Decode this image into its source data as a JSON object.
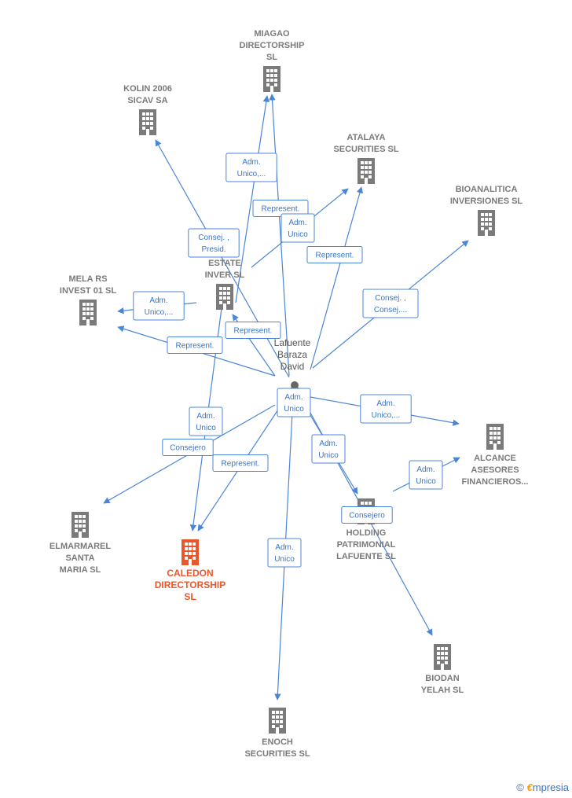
{
  "colors": {
    "edge": "#4a86d8",
    "company": "#7a7a7a",
    "main_company": "#e8582c",
    "person": "#666666"
  },
  "person": {
    "name_lines": [
      "Lafuente",
      "Baraza",
      "David"
    ],
    "icon": "person-icon"
  },
  "companies": [
    {
      "id": "miagao",
      "lines": [
        "MIAGAO",
        "DIRECTORSHIP",
        "SL"
      ],
      "icon": "building-icon"
    },
    {
      "id": "kolin",
      "lines": [
        "KOLIN 2006",
        "SICAV SA"
      ],
      "icon": "building-icon"
    },
    {
      "id": "atalaya",
      "lines": [
        "ATALAYA",
        "SECURITIES SL"
      ],
      "icon": "building-icon"
    },
    {
      "id": "bioanalitica",
      "lines": [
        "BIOANALITICA",
        "INVERSIONES SL"
      ],
      "icon": "building-icon"
    },
    {
      "id": "realestate",
      "lines": [
        "AL",
        "ESTATE",
        "INVER SL"
      ],
      "icon": "building-icon"
    },
    {
      "id": "mela",
      "lines": [
        "MELA RS",
        "INVEST 01 SL"
      ],
      "icon": "building-icon"
    },
    {
      "id": "alcance",
      "lines": [
        "ALCANCE",
        "ASESORES",
        "FINANCIEROS..."
      ],
      "icon": "building-icon"
    },
    {
      "id": "elmarmarel",
      "lines": [
        "ELMARMAREL",
        "SANTA",
        "MARIA SL"
      ],
      "icon": "building-icon"
    },
    {
      "id": "caledon",
      "lines": [
        "CALEDON",
        "DIRECTORSHIP",
        "SL"
      ],
      "icon": "building-icon",
      "main": true
    },
    {
      "id": "holding",
      "lines": [
        "HOLDING",
        "PATRIMONIAL",
        "LAFUENTE SL"
      ],
      "icon": "building-icon"
    },
    {
      "id": "biodan",
      "lines": [
        "BIODAN",
        "YELAH SL"
      ],
      "icon": "building-icon"
    },
    {
      "id": "enoch",
      "lines": [
        "ENOCH",
        "SECURITIES SL"
      ],
      "icon": "building-icon"
    }
  ],
  "edge_labels": [
    {
      "id": "l-miagao-1",
      "lines": [
        "Adm.",
        "Unico,..."
      ]
    },
    {
      "id": "l-atalaya-1",
      "lines": [
        "Represent."
      ]
    },
    {
      "id": "l-atalaya-2",
      "lines": [
        "Adm.",
        "Unico"
      ]
    },
    {
      "id": "l-atalaya-3",
      "lines": [
        "Represent."
      ]
    },
    {
      "id": "l-kolin",
      "lines": [
        "Consej. ,",
        "Presid."
      ]
    },
    {
      "id": "l-bio",
      "lines": [
        "Consej. ,",
        "Consej...."
      ]
    },
    {
      "id": "l-mela-1",
      "lines": [
        "Adm.",
        "Unico,..."
      ]
    },
    {
      "id": "l-mela-2",
      "lines": [
        "Represent."
      ]
    },
    {
      "id": "l-real",
      "lines": [
        "Represent."
      ]
    },
    {
      "id": "l-center",
      "lines": [
        "Adm.",
        "Unico"
      ]
    },
    {
      "id": "l-alc-1",
      "lines": [
        "Adm.",
        "Unico,..."
      ]
    },
    {
      "id": "l-cal-1",
      "lines": [
        "Adm.",
        "Unico"
      ]
    },
    {
      "id": "l-elm",
      "lines": [
        "Consejero"
      ]
    },
    {
      "id": "l-cal-2",
      "lines": [
        "Represent."
      ]
    },
    {
      "id": "l-hold-1",
      "lines": [
        "Adm.",
        "Unico"
      ]
    },
    {
      "id": "l-alc-2",
      "lines": [
        "Adm.",
        "Unico"
      ]
    },
    {
      "id": "l-hold-2",
      "lines": [
        "Consejero"
      ]
    },
    {
      "id": "l-enoch",
      "lines": [
        "Adm.",
        "Unico"
      ]
    }
  ],
  "footer": {
    "copyright": "©",
    "brand_initial": "€",
    "brand_rest": "mpresia"
  }
}
